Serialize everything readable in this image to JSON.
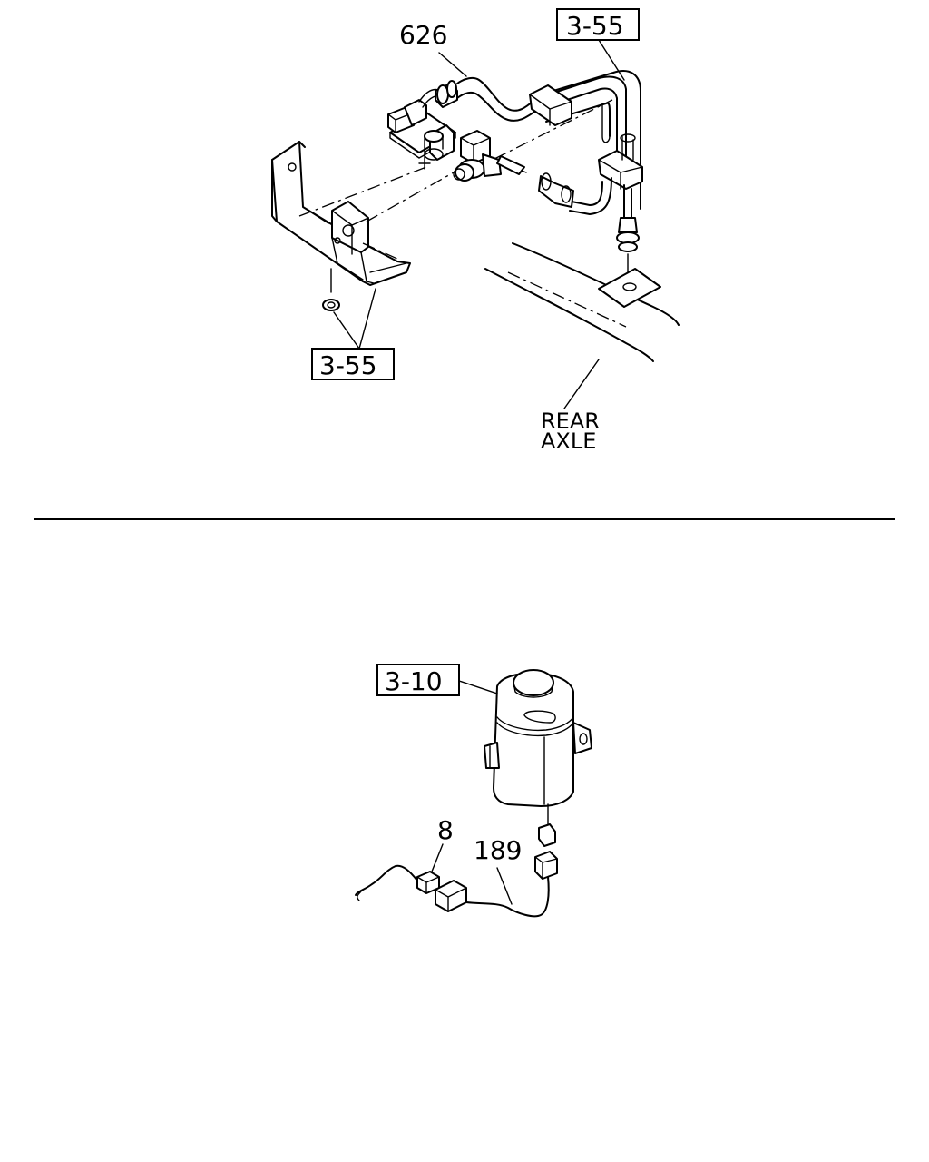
{
  "upper_section": {
    "callouts": {
      "part_626": "626",
      "ref_3_55_top": "3-55",
      "ref_3_55_bottom": "3-55"
    },
    "label_rear_axle": [
      "REAR",
      "AXLE"
    ]
  },
  "lower_section": {
    "callouts": {
      "ref_3_10": "3-10",
      "part_8": "8",
      "part_189": "189"
    }
  }
}
